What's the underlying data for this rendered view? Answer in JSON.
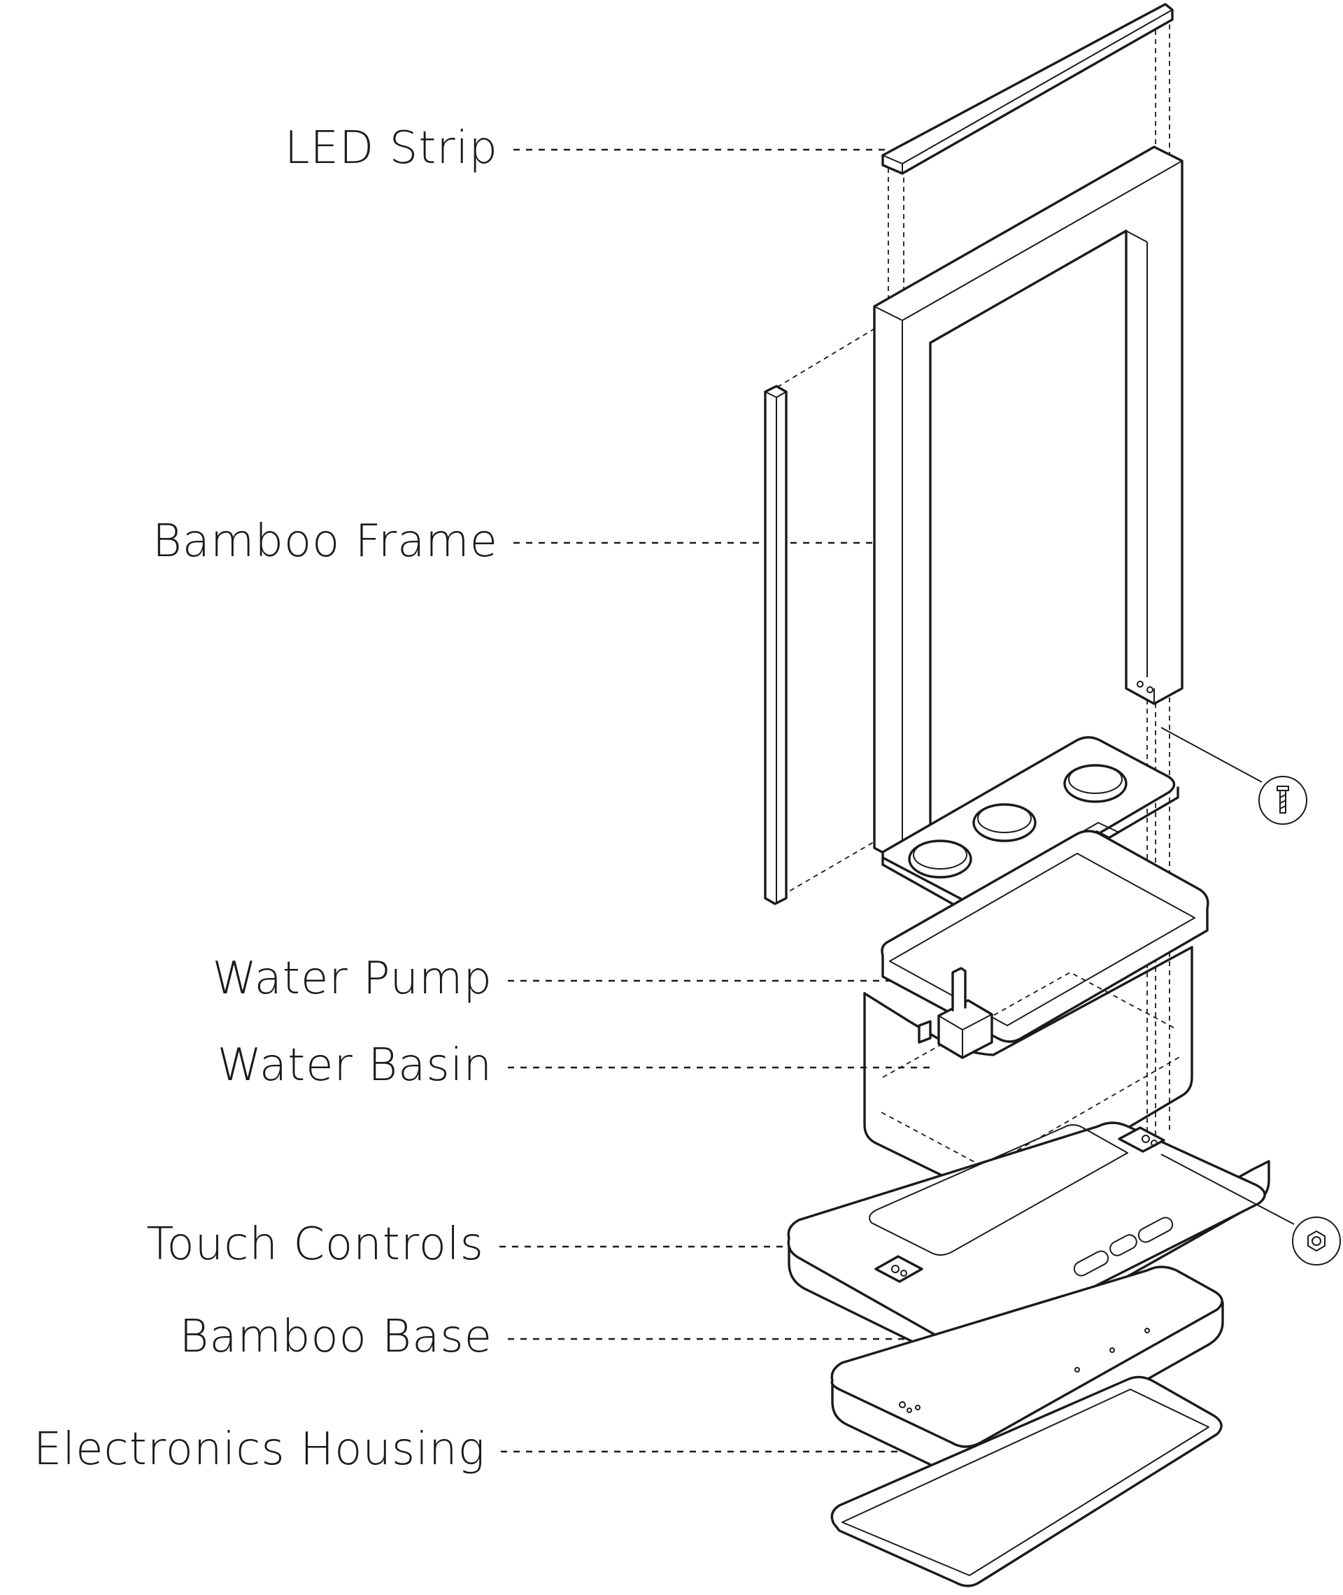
{
  "labels": {
    "led_strip": "LED Strip",
    "bamboo_frame": "Bamboo Frame",
    "water_pump": "Water Pump",
    "water_basin": "Water Basin",
    "touch_controls": "Touch Controls",
    "bamboo_base": "Bamboo Base",
    "electronics_housing": "Electronics Housing"
  },
  "callouts": {
    "screw": "screw-icon",
    "nut": "hex-nut-icon"
  }
}
